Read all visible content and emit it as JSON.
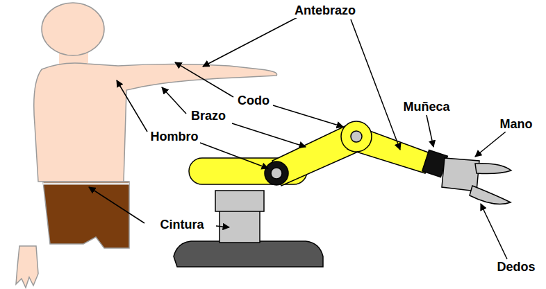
{
  "diagram": {
    "labels": [
      "Antebrazo",
      "Codo",
      "Muñeca",
      "Mano",
      "Brazo",
      "Hombro",
      "Cintura",
      "Dedos"
    ]
  }
}
